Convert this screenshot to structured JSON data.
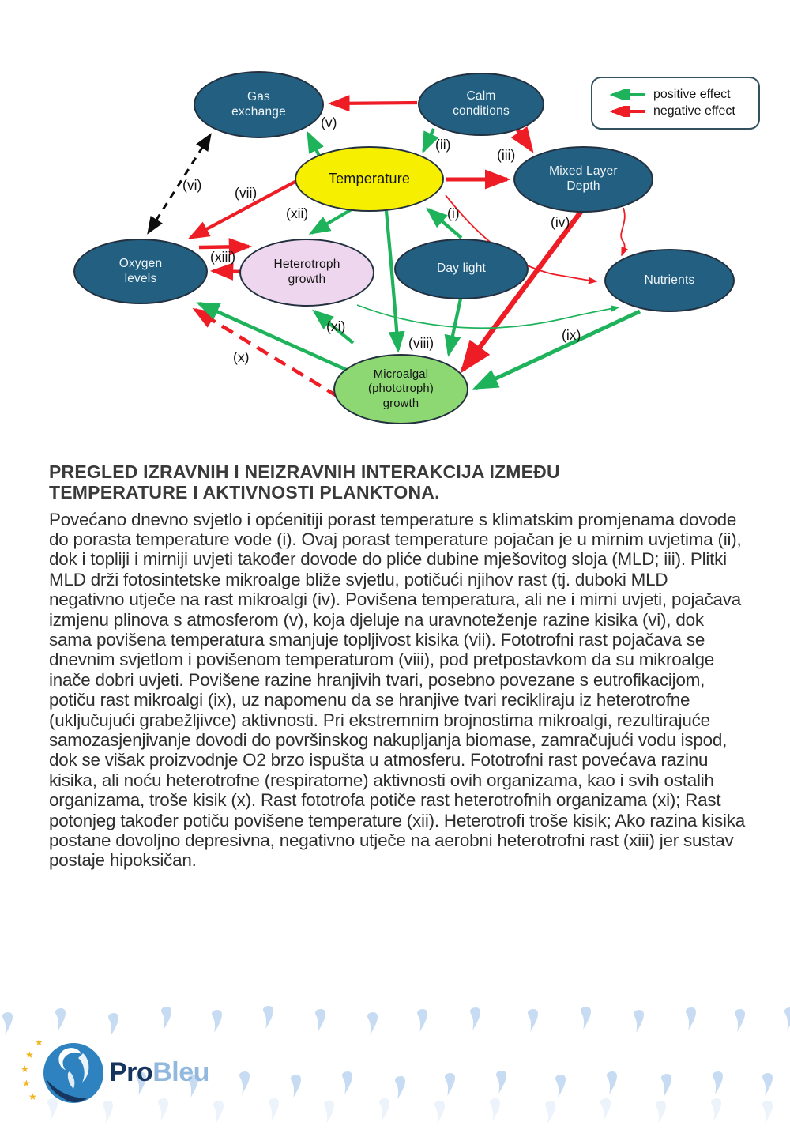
{
  "diagram": {
    "nodes": {
      "gas_exchange": "Gas exchange",
      "calm_conditions": "Calm conditions",
      "temperature": "Temperature",
      "mixed_layer_depth": "Mixed Layer Depth",
      "oxygen_levels": "Oxygen levels",
      "heterotroph_growth": "Heterotroph growth",
      "day_light": "Day light",
      "nutrients": "Nutrients",
      "microalgal_growth": "Microalgal (phototroph) growth"
    },
    "edge_labels": {
      "i": "(i)",
      "ii": "(ii)",
      "iii": "(iii)",
      "iv": "(iv)",
      "v": "(v)",
      "vi": "(vi)",
      "vii": "(vii)",
      "viii": "(viii)",
      "ix": "(ix)",
      "x": "(x)",
      "xi": "(xi)",
      "xii": "(xii)",
      "xiii": "(xiii)"
    },
    "edges": [
      {
        "label": "i",
        "from": "day_light",
        "to": "temperature",
        "effect": "positive"
      },
      {
        "label": "ii",
        "from": "calm_conditions",
        "to": "temperature",
        "effect": "positive"
      },
      {
        "label": "iii",
        "from": "calm_conditions",
        "to": "mixed_layer_depth",
        "effect": "negative"
      },
      {
        "label": "iii",
        "from": "temperature",
        "to": "mixed_layer_depth",
        "effect": "negative"
      },
      {
        "label": "iv",
        "from": "mixed_layer_depth",
        "to": "microalgal_growth",
        "effect": "negative"
      },
      {
        "label": "v",
        "from": "temperature",
        "to": "gas_exchange",
        "effect": "positive"
      },
      {
        "label": "v",
        "from": "calm_conditions",
        "to": "gas_exchange",
        "effect": "negative"
      },
      {
        "label": "vi",
        "from": "gas_exchange",
        "to": "oxygen_levels",
        "effect": "equilibration-dashed-both-ways"
      },
      {
        "label": "vii",
        "from": "temperature",
        "to": "oxygen_levels",
        "effect": "negative"
      },
      {
        "label": "viii",
        "from": "temperature",
        "to": "microalgal_growth",
        "effect": "positive"
      },
      {
        "label": "viii",
        "from": "day_light",
        "to": "microalgal_growth",
        "effect": "positive"
      },
      {
        "label": "ix",
        "from": "nutrients",
        "to": "microalgal_growth",
        "effect": "positive"
      },
      {
        "label": "",
        "from": "microalgal_growth",
        "to": "oxygen_levels",
        "effect": "positive"
      },
      {
        "label": "x",
        "from": "microalgal_growth",
        "to": "oxygen_levels",
        "effect": "negative-dashed"
      },
      {
        "label": "xi",
        "from": "microalgal_growth",
        "to": "heterotroph_growth",
        "effect": "positive"
      },
      {
        "label": "xii",
        "from": "temperature",
        "to": "heterotroph_growth",
        "effect": "positive"
      },
      {
        "label": "xiii",
        "from": "oxygen_levels",
        "to": "heterotroph_growth",
        "effect": "negative"
      },
      {
        "label": "xiii",
        "from": "heterotroph_growth",
        "to": "oxygen_levels",
        "effect": "negative"
      },
      {
        "label": "",
        "from": "temperature",
        "to": "nutrients",
        "effect": "negative-thin"
      },
      {
        "label": "",
        "from": "mixed_layer_depth",
        "to": "nutrients",
        "effect": "negative-thin"
      },
      {
        "label": "",
        "from": "heterotroph_growth",
        "to": "nutrients",
        "effect": "positive-thin-recycling"
      }
    ],
    "legend": {
      "positive": "positive effect",
      "negative": "negative effect"
    },
    "colors": {
      "node_teal": "#235f80",
      "node_yellow": "#f7ef00",
      "node_pink": "#eed7ee",
      "node_green": "#8dd873",
      "positive_arrow": "#1eb35b",
      "negative_arrow": "#ee1c24",
      "droplet_blue": "#c7dcf2"
    }
  },
  "article": {
    "heading_line1": "PREGLED IZRAVNIH I NEIZRAVNIH INTERAKCIJA IZMEĐU",
    "heading_line2": "TEMPERATURE I AKTIVNOSTI PLANKTONA.",
    "body": "Povećano dnevno svjetlo i općenitiji porast temperature s klimatskim promjenama dovode do porasta temperature vode (i). Ovaj porast temperature pojačan je u mirnim uvjetima (ii), dok i topliji i mirniji uvjeti također dovode do pliće dubine mješovitog sloja (MLD; iii). Plitki MLD drži fotosintetske mikroalge bliže svjetlu, potičući njihov rast (tj. duboki MLD negativno utječe na rast mikroalgi (iv). Povišena temperatura, ali ne i mirni uvjeti, pojačava izmjenu plinova s atmosferom (v), koja djeluje na uravnoteženje razine kisika (vi), dok sama povišena temperatura smanjuje topljivost kisika (vii). Fototrofni rast pojačava se dnevnim svjetlom i povišenom temperaturom (viii), pod pretpostavkom da su mikroalge inače dobri uvjeti. Povišene razine hranjivih tvari, posebno povezane s eutrofikacijom, potiču rast mikroalgi (ix), uz napomenu da se hranjive tvari recikliraju iz heterotrofne (uključujući grabežljivce) aktivnosti. Pri ekstremnim brojnostima mikroalgi, rezultirajuće samozasjenjivanje dovodi do površinskog nakupljanja biomase, zamračujući vodu ispod, dok se višak proizvodnje O2 brzo ispušta u atmosferu. Fototrofni rast povećava razinu kisika, ali noću heterotrofne (respiratorne) aktivnosti ovih organizama, kao i svih ostalih organizama, troše kisik (x). Rast fototrofa potiče rast heterotrofnih organizama (xi); Rast potonjeg također potiču povišene temperature (xii). Heterotrofi troše kisik; Ako razina kisika postane dovoljno depresivna, negativno utječe na aerobni heterotrofni rast (xiii) jer sustav postaje hipoksičan."
  },
  "footer": {
    "logo_pro": "Pro",
    "logo_bleu": "Bleu"
  }
}
